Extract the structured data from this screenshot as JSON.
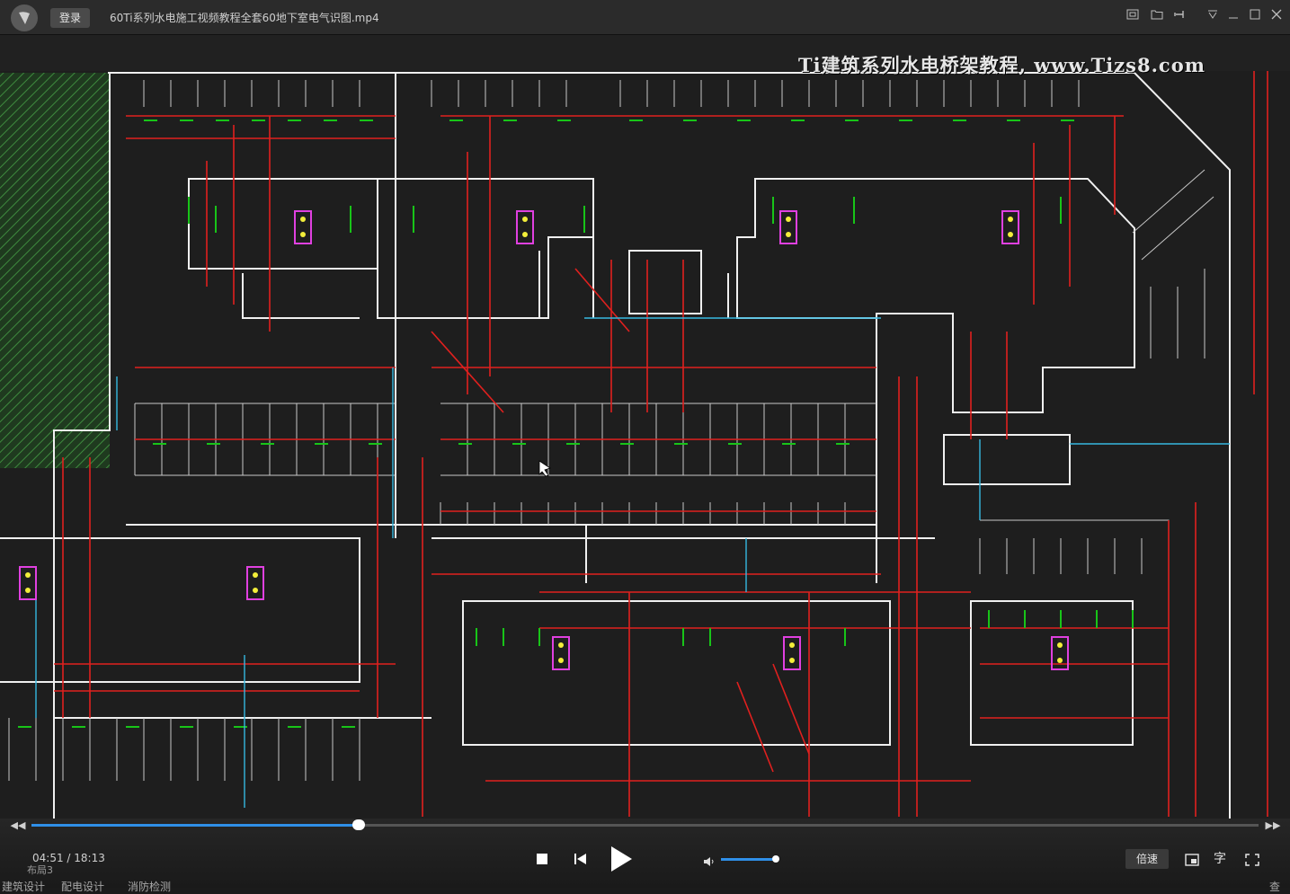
{
  "window": {
    "login_label": "登录",
    "title": "60Ti系列水电施工视频教程全套60地下室电气识图.mp4"
  },
  "video": {
    "watermark": "Ti建筑系列水电桥架教程, www.Tizs8.com"
  },
  "player": {
    "time_display": "04:51 / 18:13",
    "progress_fraction": 0.2667,
    "volume_fraction": 0.98,
    "speed_label": "倍速",
    "subtitle_label": "字"
  },
  "cad": {
    "layout_tab": "布局3",
    "bottom_tabs": [
      "建筑设计",
      "配电设计",
      "消防检测",
      "查"
    ]
  },
  "colors": {
    "progress": "#2f8fe8",
    "wall": "#f0f0f0",
    "cable": "#e0201e",
    "device": "#18c418",
    "pipe": "#36b8e0",
    "equipment": "#e040e0",
    "hatch": "#2f6f2f"
  }
}
